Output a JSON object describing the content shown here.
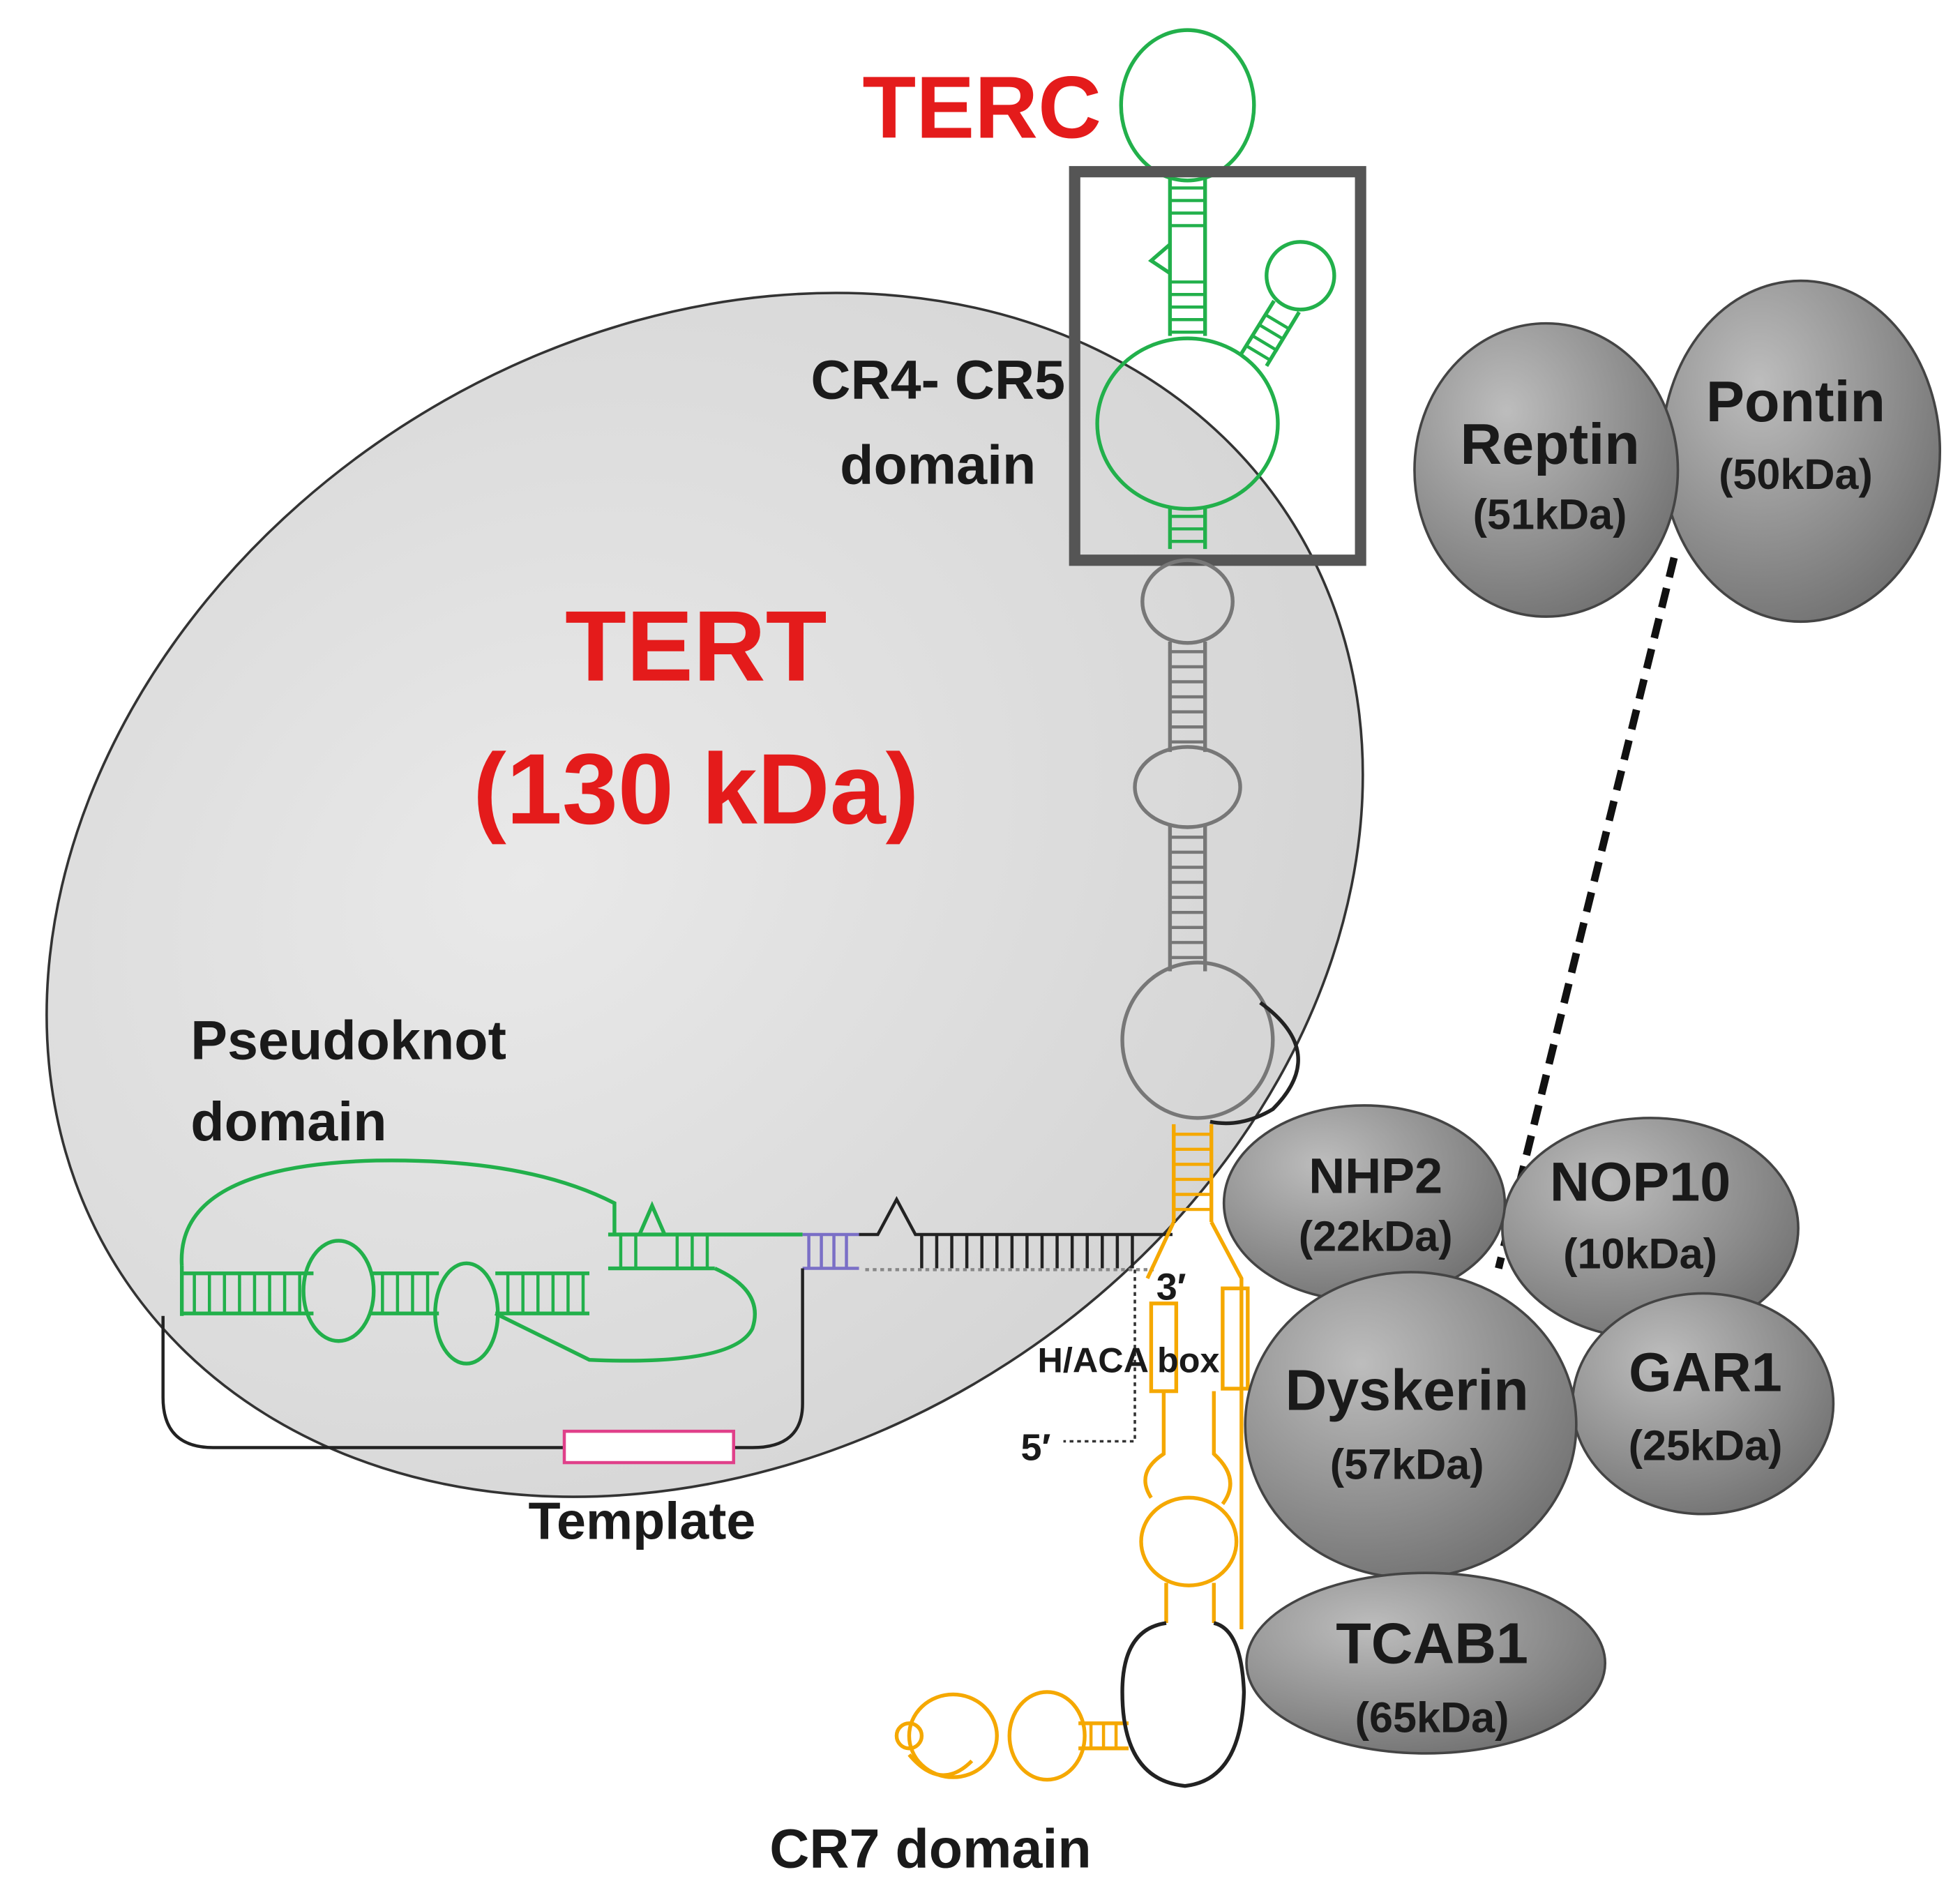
{
  "labels": {
    "terc": "TERC",
    "tert_name": "TERT",
    "tert_mass": "(130 kDa)",
    "cr4cr5_line1": "CR4- CR5",
    "cr4cr5_line2": "domain",
    "pseudoknot_line1": "Pseudoknot",
    "pseudoknot_line2": "domain",
    "template": "Template",
    "haca": "H/ACA box",
    "three_prime": "3′",
    "five_prime": "5′",
    "cr7": "CR7 domain"
  },
  "proteins": {
    "reptin": {
      "name": "Reptin",
      "mass": "(51kDa)"
    },
    "pontin": {
      "name": "Pontin",
      "mass": "(50kDa)"
    },
    "nhp2": {
      "name": "NHP2",
      "mass": "(22kDa)"
    },
    "nop10": {
      "name": "NOP10",
      "mass": "(10kDa)"
    },
    "dyskerin": {
      "name": "Dyskerin",
      "mass": "(57kDa)"
    },
    "gar1": {
      "name": "GAR1",
      "mass": "(25kDa)"
    },
    "tcab1": {
      "name": "TCAB1",
      "mass": "(65kDa)"
    }
  },
  "colors": {
    "tert_title": "#e41b1b",
    "rna_green": "#22b04b",
    "rna_gray": "#777777",
    "rna_orange": "#f5a800",
    "pseudoknot_blue": "#7a6fc6",
    "template_pink": "#e0408a",
    "protein_gray": "#8a8a8a"
  }
}
